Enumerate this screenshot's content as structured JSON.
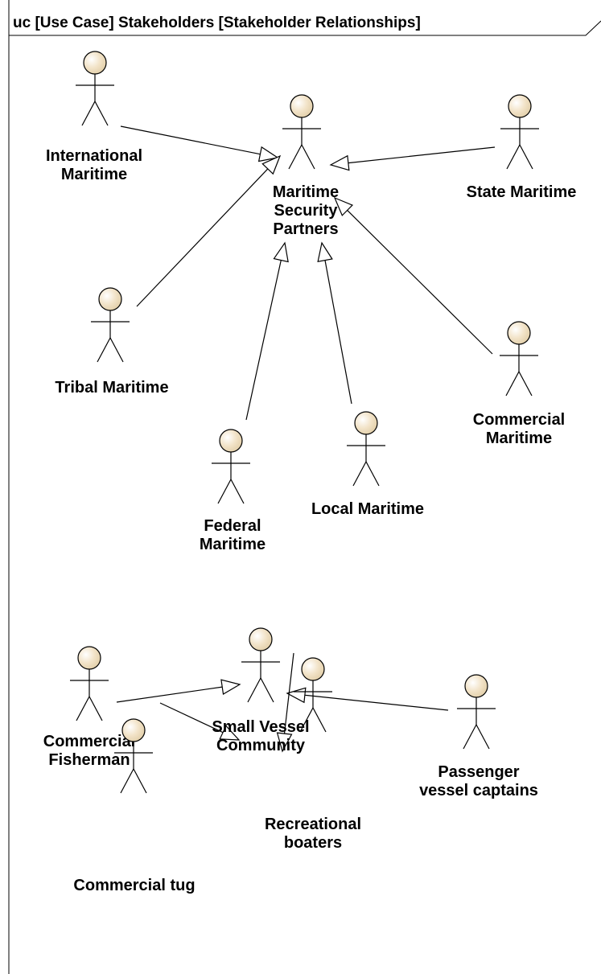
{
  "diagram": {
    "title": "uc [Use Case] Stakeholders [Stakeholder Relationships]",
    "colors": {
      "actor_head_fill": "#f2e3c8",
      "line": "#000000",
      "arrowhead_fill": "#ffffff",
      "background": "#ffffff"
    },
    "actors": {
      "international_maritime": [
        "International",
        "Maritime"
      ],
      "maritime_security_partners": [
        "Maritime",
        "Security",
        "Partners"
      ],
      "state_maritime": [
        "State Maritime"
      ],
      "tribal_maritime": [
        "Tribal Maritime"
      ],
      "commercial_maritime": [
        "Commercial",
        "Maritime"
      ],
      "federal_maritime": [
        "Federal",
        "Maritime"
      ],
      "local_maritime": [
        "Local Maritime"
      ],
      "commercial_fisherman": [
        "Commercial",
        "Fisherman"
      ],
      "small_vessel_community": [
        "Small Vessel",
        "Community"
      ],
      "passenger_vessel_captains": [
        "Passenger",
        "vessel captains"
      ],
      "commercial_tug": [
        "Commercial tug"
      ],
      "recreational_boaters": [
        "Recreational",
        "boaters"
      ]
    },
    "generalizations": [
      {
        "from": "international_maritime",
        "to": "maritime_security_partners"
      },
      {
        "from": "state_maritime",
        "to": "maritime_security_partners"
      },
      {
        "from": "tribal_maritime",
        "to": "maritime_security_partners"
      },
      {
        "from": "federal_maritime",
        "to": "maritime_security_partners"
      },
      {
        "from": "local_maritime",
        "to": "maritime_security_partners"
      },
      {
        "from": "commercial_maritime",
        "to": "maritime_security_partners"
      },
      {
        "from": "commercial_fisherman",
        "to": "small_vessel_community"
      },
      {
        "from": "passenger_vessel_captains",
        "to": "small_vessel_community"
      },
      {
        "from": "commercial_tug",
        "to": "small_vessel_community"
      },
      {
        "from": "recreational_boaters",
        "to": "small_vessel_community"
      }
    ]
  }
}
